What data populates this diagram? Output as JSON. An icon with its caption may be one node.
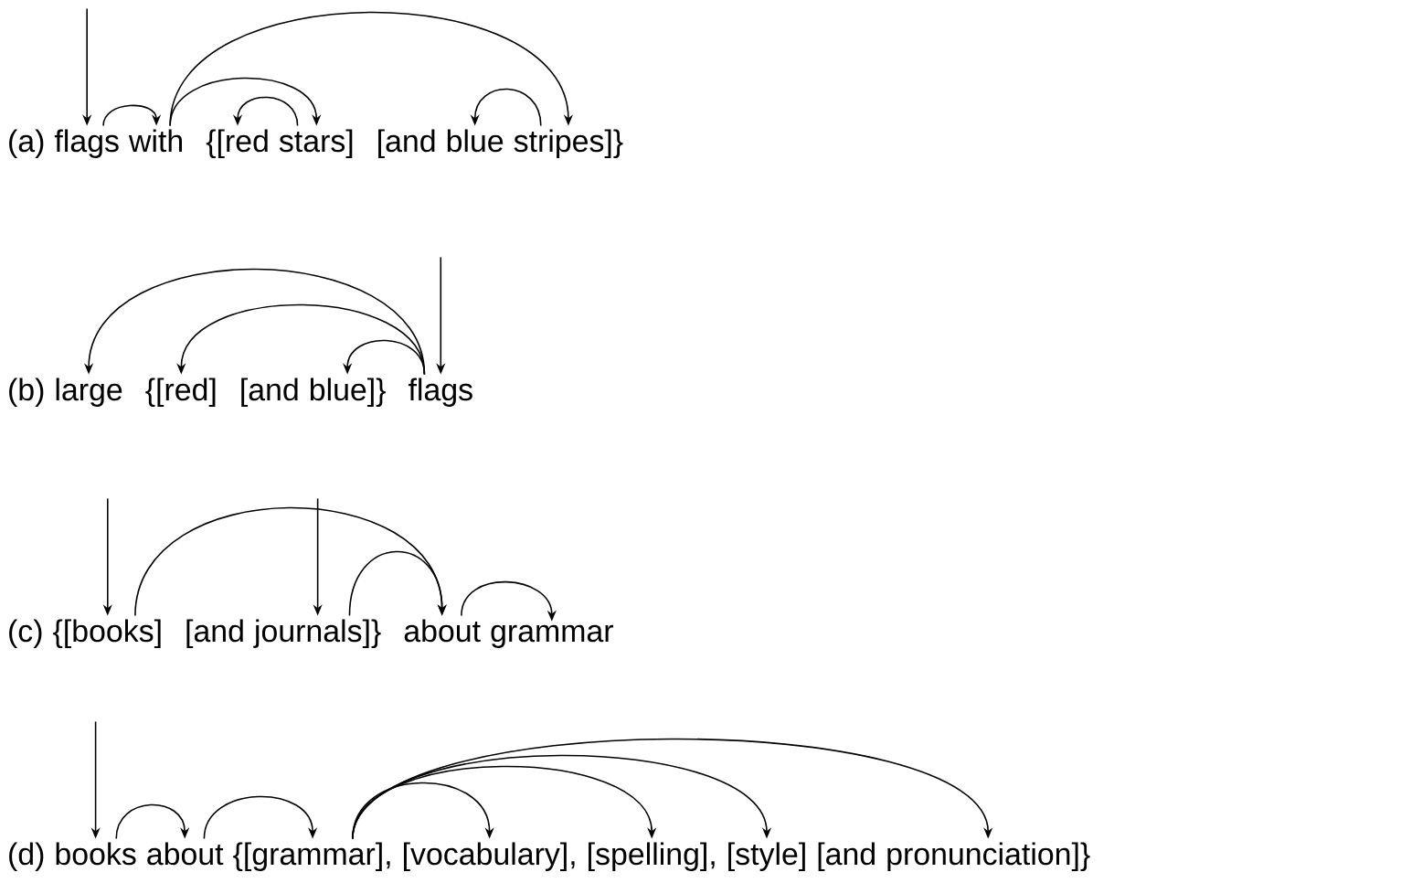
{
  "diagram": {
    "nodes": [
      {
        "text": [
          "flags"
        ]
      },
      {
        "text": [
          "with"
        ]
      },
      {
        "text": [
          "{[red"
        ]
      },
      {
        "text": [
          "stars]"
        ]
      },
      {
        "text": [
          "[and"
        ]
      },
      {
        "text": [
          "blue"
        ]
      },
      {
        "text": [
          "stripes]}"
        ]
      },
      {
        "text": [
          "large"
        ]
      },
      {
        "text": [
          "{[red]"
        ]
      },
      {
        "text": [
          "[and"
        ]
      },
      {
        "text": [
          "blue]}"
        ]
      },
      {
        "text": [
          "flags"
        ]
      },
      {
        "text": [
          "{[books]"
        ]
      },
      {
        "text": [
          "[and"
        ]
      },
      {
        "text": [
          "journals]}"
        ]
      },
      {
        "text": [
          "about"
        ]
      },
      {
        "text": [
          "grammar"
        ]
      },
      {
        "text": [
          "books"
        ]
      },
      {
        "text": [
          "about"
        ]
      },
      {
        "text": [
          "{[grammar],"
        ]
      },
      {
        "text": [
          "[vocabulary],"
        ]
      },
      {
        "text": [
          "[spelling],"
        ]
      },
      {
        "text": [
          "[style]"
        ]
      },
      {
        "text": [
          "[and"
        ]
      },
      {
        "text": [
          "pronunciation]}"
        ]
      }
    ],
    "edges": [
      {
        "from": null,
        "to": 0,
        "arrow": "to"
      },
      {
        "from": 0,
        "to": 1,
        "arrow": "to"
      },
      {
        "from": 1,
        "to": 3,
        "arrow": "to"
      },
      {
        "from": 3,
        "to": 2,
        "arrow": "to"
      },
      {
        "from": 1,
        "to": 6,
        "arrow": "to"
      },
      {
        "from": 6,
        "to": 5,
        "arrow": "to"
      },
      {
        "from": null,
        "to": 11,
        "arrow": "to"
      },
      {
        "from": 11,
        "to": 7,
        "arrow": "to"
      },
      {
        "from": 11,
        "to": 8,
        "arrow": "to"
      },
      {
        "from": 11,
        "to": 10,
        "arrow": "to"
      },
      {
        "from": null,
        "to": 12,
        "arrow": "to"
      },
      {
        "from": null,
        "to": 14,
        "arrow": "to"
      },
      {
        "from": 12,
        "to": 15,
        "arrow": "to"
      },
      {
        "from": 14,
        "to": 15,
        "arrow": "to"
      },
      {
        "from": 15,
        "to": 16,
        "arrow": "to"
      },
      {
        "from": null,
        "to": 17,
        "arrow": "to"
      },
      {
        "from": 17,
        "to": 18,
        "arrow": "to"
      },
      {
        "from": 18,
        "to": 19,
        "arrow": "to"
      },
      {
        "from": 19,
        "to": 20,
        "arrow": "to"
      },
      {
        "from": 19,
        "to": 21,
        "arrow": "to"
      },
      {
        "from": 19,
        "to": 22,
        "arrow": "to"
      },
      {
        "from": 19,
        "to": 24,
        "arrow": "to"
      }
    ],
    "labels": [
      "(a)",
      "(b)",
      "(c)",
      "(d)"
    ]
  }
}
